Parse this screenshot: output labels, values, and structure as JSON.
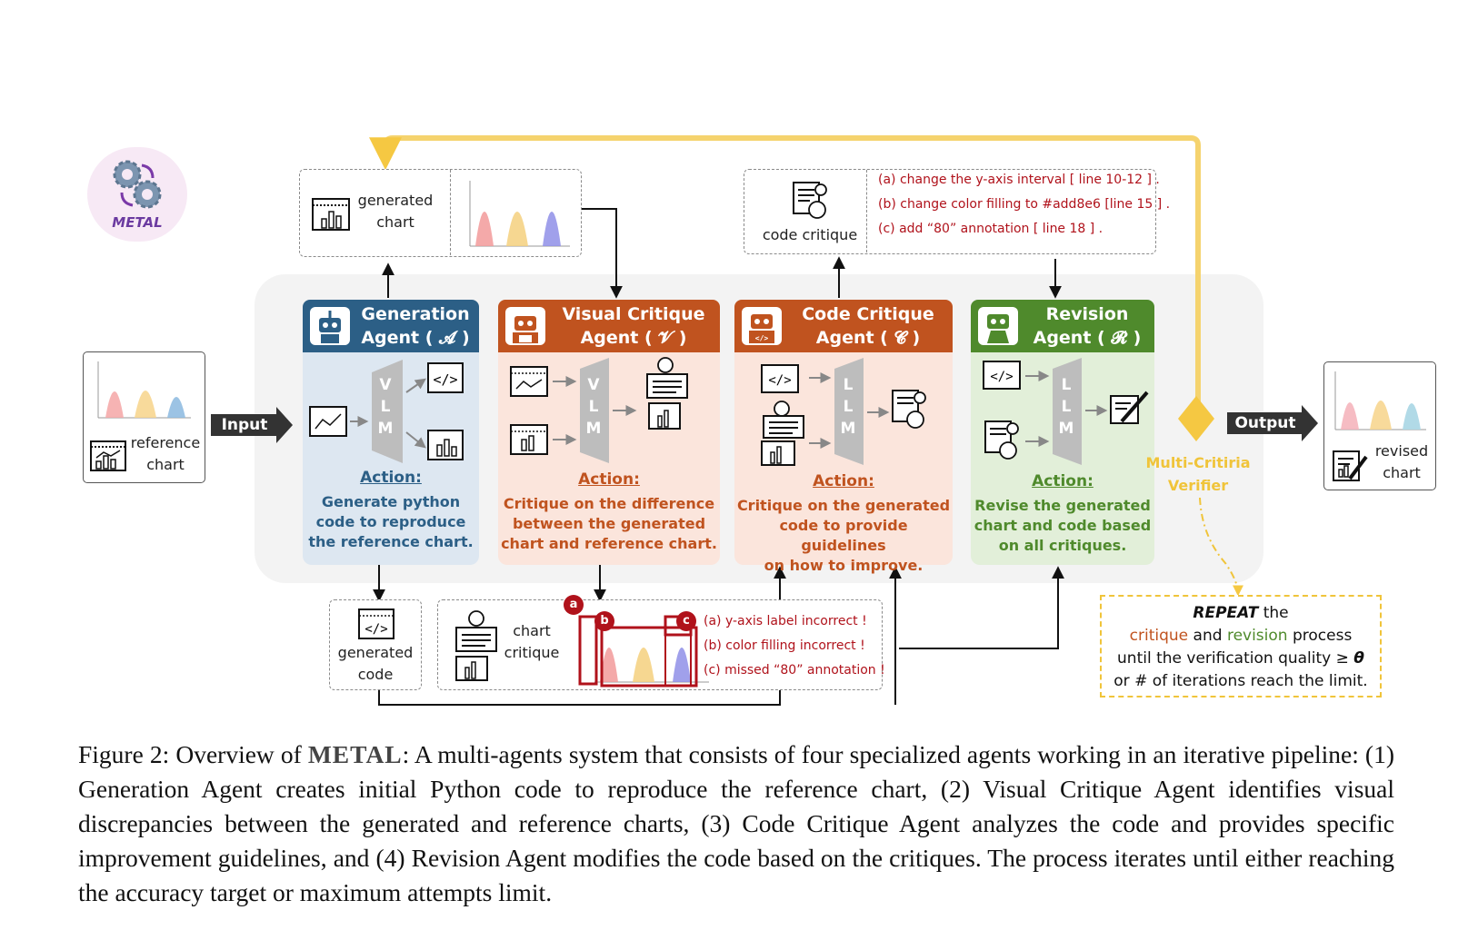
{
  "logo": {
    "text": "METAL"
  },
  "input_label": "Input",
  "output_label": "Output",
  "reference_chart": {
    "line1": "reference",
    "line2": "chart"
  },
  "revised_chart": {
    "line1": "revised",
    "line2": "chart"
  },
  "generated_chart": {
    "line1": "generated",
    "line2": "chart"
  },
  "generated_code": {
    "line1": "generated",
    "line2": "code"
  },
  "chart_critique": {
    "line1": "chart",
    "line2": "critique",
    "items": [
      "(a) y-axis label incorrect !",
      "(b) color filling incorrect !",
      "(c) missed “80” annotation !"
    ],
    "markers": [
      "a",
      "b",
      "c"
    ]
  },
  "code_critique": {
    "label": "code critique",
    "items": [
      "(a) change the y-axis interval  [ line 10-12 ] .",
      "(b) change color filling to #add8e6  [line 15 ] .",
      "(c)  add “80” annotation [ line 18 ] ."
    ]
  },
  "vlm_letters": [
    "V",
    "L",
    "M"
  ],
  "llm_letters": [
    "L",
    "L",
    "M"
  ],
  "agents": [
    {
      "title1": "Generation",
      "title2": "Agent  ( 𝓐 )",
      "action": "Action:",
      "desc": [
        "Generate python",
        "code to reproduce",
        "the reference chart."
      ]
    },
    {
      "title1": "Visual Critique",
      "title2": "Agent ( 𝓥 )",
      "action": "Action:",
      "desc": [
        "Critique on the difference",
        "between the generated",
        "chart and reference chart."
      ]
    },
    {
      "title1": "Code Critique",
      "title2": "Agent ( 𝓒 )",
      "action": "Action:",
      "desc": [
        "Critique on the generated",
        "code to provide guidelines",
        "on how to improve."
      ]
    },
    {
      "title1": "Revision",
      "title2": "Agent ( 𝓡 )",
      "action": "Action:",
      "desc": [
        "Revise the generated",
        "chart and code based",
        "on all critiques."
      ]
    }
  ],
  "verifier": {
    "line1": "Multi-Critiria",
    "line2": "Verifier"
  },
  "repeat_note": {
    "strong": "REPEAT",
    "the": " the",
    "critique": "critique",
    "and": " and ",
    "revision": "revision",
    "process": " process",
    "line3": "until the verification quality ≥ ",
    "theta": "θ",
    "line4a": "or ",
    "hash": "#",
    "line4b": " of iterations reach the limit."
  },
  "caption": {
    "prefix": "Figure 2: Overview of ",
    "name": "METAL",
    "rest": ": A multi-agents system that consists of four specialized agents working in an iterative pipeline: (1) Generation Agent creates initial Python code to reproduce the reference chart, (2) Visual Critique Agent identifies visual discrepancies between the generated and reference charts, (3) Code Critique Agent analyzes the code and provides specific improvement guidelines, and (4) Revision Agent modifies the code based on the critiques. The process iterates until either reaching the accuracy target or maximum attempts limit."
  },
  "colors": {
    "generation": "#2c5f86",
    "visual": "#c0531f",
    "code": "#c0531f",
    "revision": "#4f8a2c",
    "verifier": "#f5c842",
    "critique_red": "#b0121b"
  }
}
